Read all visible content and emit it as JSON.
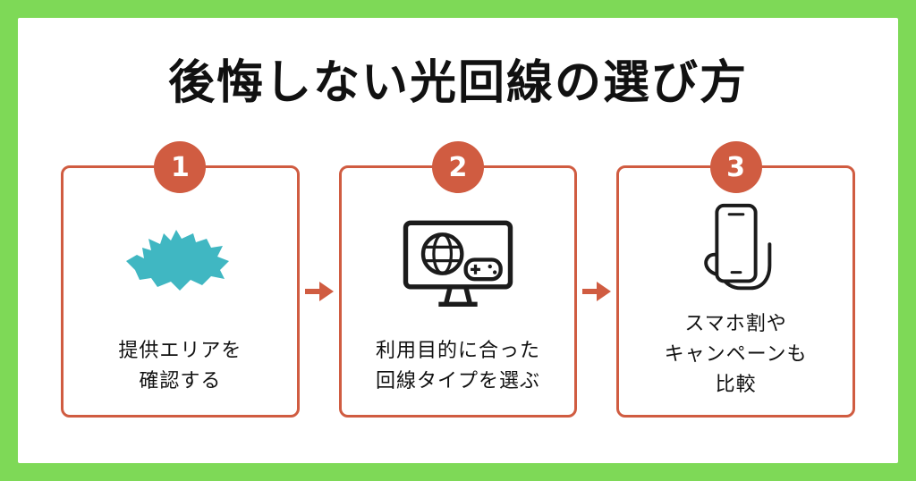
{
  "page": {
    "title": "後悔しない光回線の選び方"
  },
  "colors": {
    "frame_green": "#7ED957",
    "accent_orange": "#D05C41",
    "map_teal": "#40B7C2",
    "text_black": "#111111",
    "background_white": "#ffffff"
  },
  "steps": [
    {
      "number": "1",
      "icon": "japan-area-map-icon",
      "lines": [
        "提供エリアを",
        "確認する"
      ]
    },
    {
      "number": "2",
      "icon": "monitor-globe-gamepad-icon",
      "lines": [
        "利用目的に合った",
        "回線タイプを選ぶ"
      ]
    },
    {
      "number": "3",
      "icon": "hand-holding-smartphone-icon",
      "lines": [
        "スマホ割や",
        "キャンペーンも",
        "比較"
      ]
    }
  ],
  "arrow": {
    "name": "right-arrow"
  }
}
